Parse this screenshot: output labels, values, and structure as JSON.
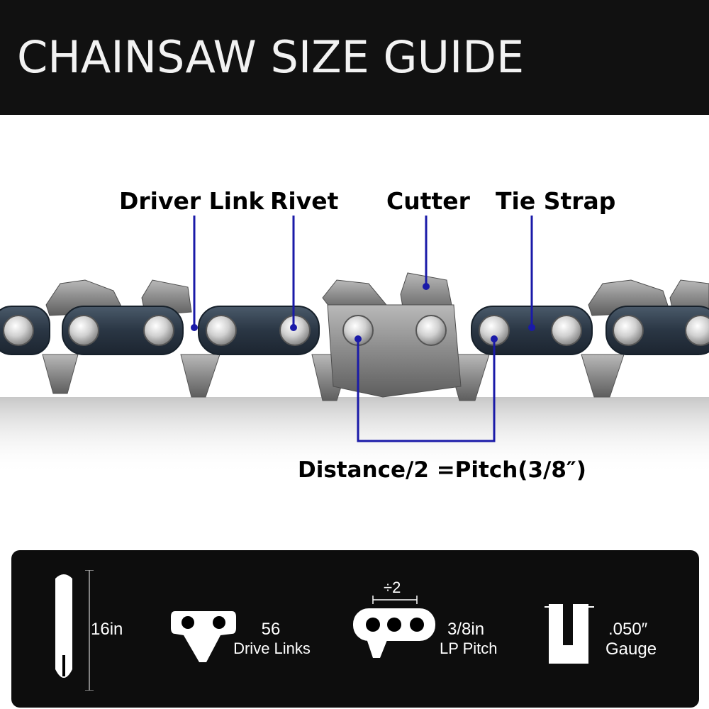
{
  "header": {
    "title": "CHAINSAW SIZE GUIDE"
  },
  "labels": {
    "driver_link": "Driver Link",
    "rivet": "Rivet",
    "cutter": "Cutter",
    "tie_strap": "Tie Strap",
    "pitch_formula": "Distance/2 =Pitch(3/8″)"
  },
  "specs": {
    "bar_length": "16in",
    "drive_links_count": "56",
    "drive_links_label": "Drive Links",
    "pitch_divisor": "÷2",
    "pitch_value": "3/8in",
    "pitch_label": "LP Pitch",
    "gauge_value": ".050″",
    "gauge_label": "Gauge"
  },
  "colors": {
    "header_bg": "#111111",
    "callout_line": "#1a1aa8",
    "spec_panel_bg": "#0d0d0d",
    "link_plate": "#2e3b4a",
    "cutter_metal": "#8c8c8c"
  },
  "icons": [
    "guide-bar-icon",
    "drive-link-icon",
    "pitch-icon",
    "gauge-icon"
  ]
}
